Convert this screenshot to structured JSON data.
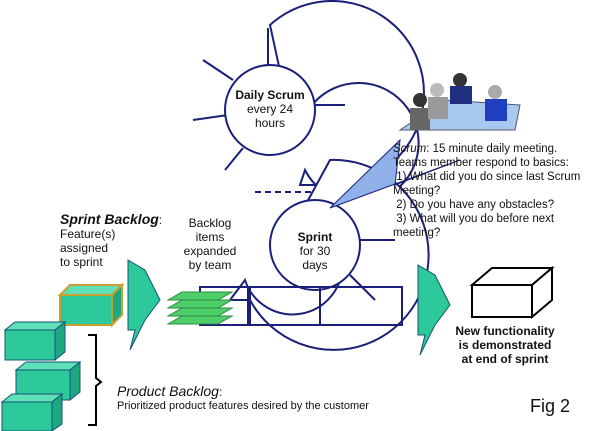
{
  "daily_scrum": {
    "title": "Daily Scrum",
    "line1": "every 24",
    "line2": "hours"
  },
  "sprint": {
    "title": "Sprint",
    "line1": "for 30",
    "line2": "days"
  },
  "scrum_note": {
    "label": "Scrum",
    "desc": ": 15 minute daily meeting.",
    "line2": "Teams member respond to basics:",
    "q1a": " 1) What did you do since last Scrum",
    "q1b": "Meeting?",
    "q2": " 2) Do you have any obstacles?",
    "q3a": " 3) What will you do before next",
    "q3b": "meeting?"
  },
  "sprint_backlog": {
    "title": "Sprint Backlog",
    "colon": ":",
    "l1": "Feature(s)",
    "l2": "assigned",
    "l3": "to sprint"
  },
  "backlog_items": {
    "l1": "Backlog",
    "l2": "items",
    "l3": "expanded",
    "l4": "by team"
  },
  "new_functionality": {
    "l1": "New functionality",
    "l2": "is demonstrated",
    "l3": "at end of sprint"
  },
  "product_backlog": {
    "title": "Product Backlog",
    "colon": ":",
    "desc": "Prioritized product features desired by the customer"
  },
  "figure_label": "Fig 2",
  "colors": {
    "teal": "#2ec99a",
    "navy": "#1a1f7a",
    "callout": "#8fb0e8",
    "gold": "#c8a030",
    "green": "#4ecf6a"
  }
}
